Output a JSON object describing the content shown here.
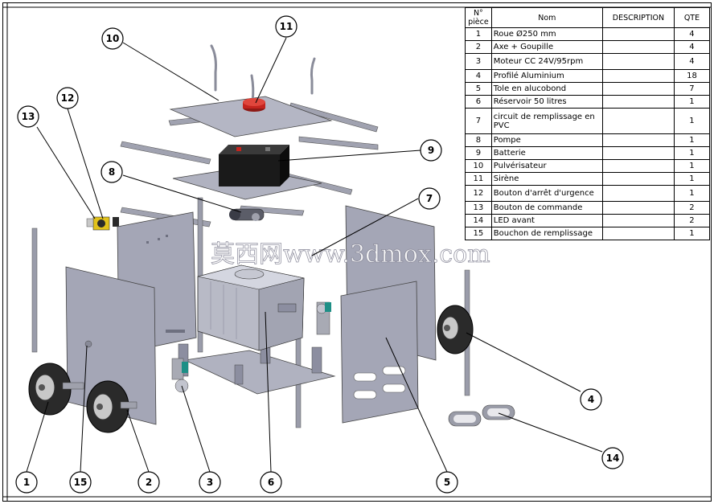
{
  "bom": {
    "headers": {
      "num": "N° pièce",
      "name": "Nom",
      "description": "DESCRIPTION",
      "qty": "QTE"
    },
    "rows": [
      {
        "num": "1",
        "name": "Roue Ø250 mm",
        "description": "",
        "qty": "4"
      },
      {
        "num": "2",
        "name": "Axe + Goupille",
        "description": "",
        "qty": "4"
      },
      {
        "num": "3",
        "name": "Moteur CC 24V/95rpm",
        "description": "",
        "qty": "4"
      },
      {
        "num": "4",
        "name": "Profilé Aluminium",
        "description": "",
        "qty": "18"
      },
      {
        "num": "5",
        "name": "Tole en alucobond",
        "description": "",
        "qty": "7"
      },
      {
        "num": "6",
        "name": "Réservoir 50 litres",
        "description": "",
        "qty": "1"
      },
      {
        "num": "7",
        "name": "circuit de remplissage en PVC",
        "description": "",
        "qty": "1"
      },
      {
        "num": "8",
        "name": "Pompe",
        "description": "",
        "qty": "1"
      },
      {
        "num": "9",
        "name": "Batterie",
        "description": "",
        "qty": "1"
      },
      {
        "num": "10",
        "name": "Pulvérisateur",
        "description": "",
        "qty": "1"
      },
      {
        "num": "11",
        "name": "Sirène",
        "description": "",
        "qty": "1"
      },
      {
        "num": "12",
        "name": "Bouton d'arrêt d'urgence",
        "description": "",
        "qty": "1"
      },
      {
        "num": "13",
        "name": "Bouton de commande",
        "description": "",
        "qty": "2"
      },
      {
        "num": "14",
        "name": "LED avant",
        "description": "",
        "qty": "2"
      },
      {
        "num": "15",
        "name": "Bouchon de remplissage",
        "description": "",
        "qty": "1"
      }
    ]
  },
  "balloons": [
    "1",
    "2",
    "3",
    "4",
    "5",
    "6",
    "7",
    "8",
    "9",
    "10",
    "11",
    "12",
    "13",
    "14",
    "15"
  ],
  "watermark": "莫西网www.3dmox.com",
  "colors": {
    "panel": "#a4a6b6",
    "panel_dark": "#8c8ea0",
    "tank": "#b8bac6",
    "battery": "#1a1a1a",
    "siren": "#c4241e",
    "tire": "#2a2a2a",
    "button_yellow": "#e2c21a",
    "pump_teal": "#1e8f86"
  }
}
